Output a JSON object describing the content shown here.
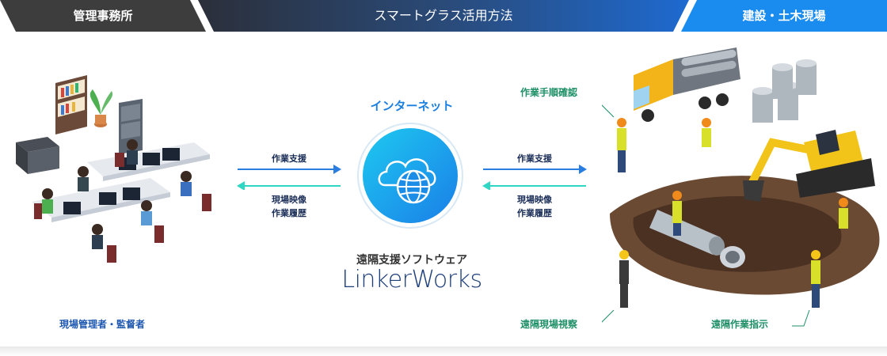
{
  "header": {
    "left": "管理事務所",
    "center": "スマートグラス活用方法",
    "right": "建設・土木現場"
  },
  "center": {
    "internet": "インターネット",
    "software_label": "遠隔支援ソフトウェア",
    "brand": "LinkerWorks",
    "icon": "cloud-globe-icon"
  },
  "left_flow": {
    "to_right": "作業支援",
    "to_left_line1": "現場映像",
    "to_left_line2": "作業履歴"
  },
  "right_flow": {
    "to_right": "作業支援",
    "to_left_line1": "現場映像",
    "to_left_line2": "作業履歴"
  },
  "office": {
    "caption": "現場管理者・監督者"
  },
  "site": {
    "callout_procedure": "作業手順確認",
    "callout_view": "遠隔現場視察",
    "callout_instruction": "遠隔作業指示"
  },
  "colors": {
    "header_left": "#3d3d3d",
    "header_center": "#2a4a78",
    "header_right": "#1a8cf0",
    "arrow_blue": "#2a7de1",
    "arrow_teal": "#2fd6c4",
    "callout_green": "#1f8f68",
    "caption_blue": "#1f58b0"
  }
}
